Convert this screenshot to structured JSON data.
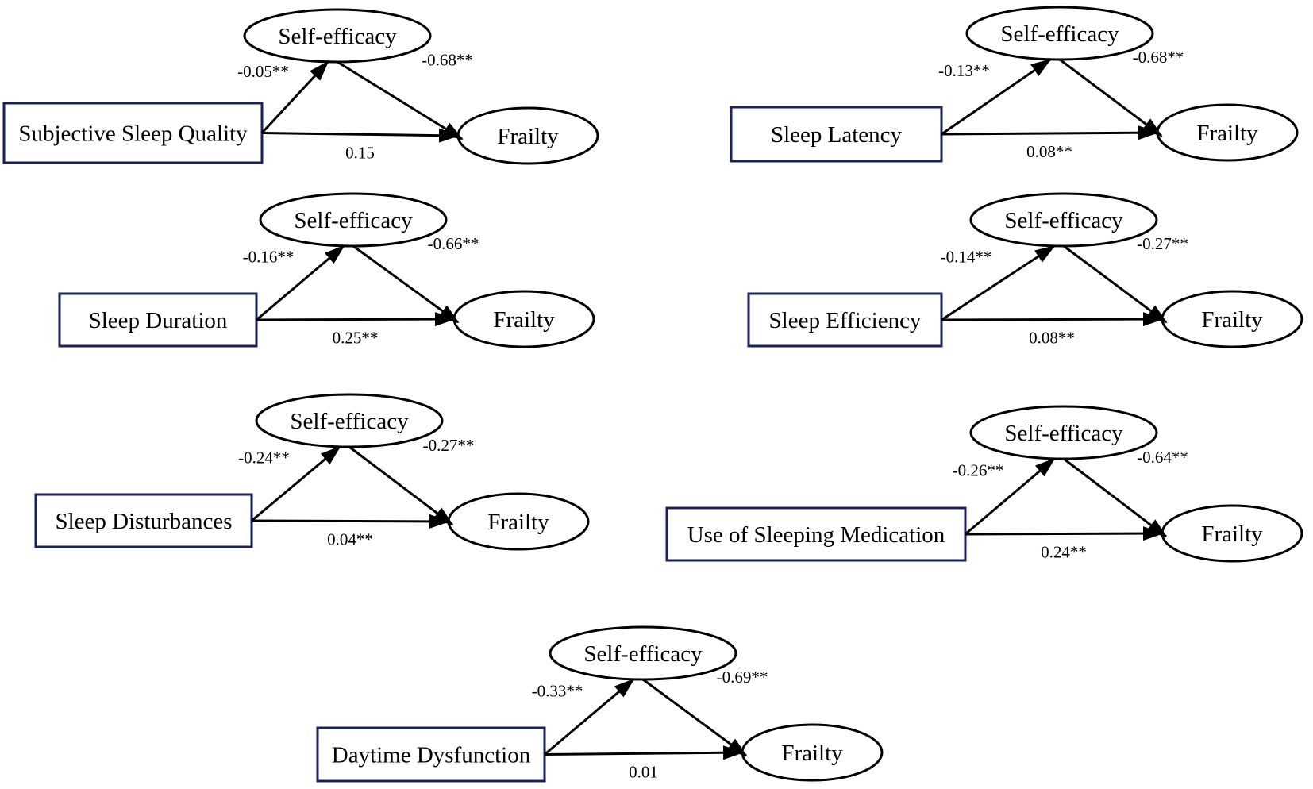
{
  "mediator_label": "Self-efficacy",
  "outcome_label": "Frailty",
  "models": [
    {
      "predictor": "Subjective Sleep Quality",
      "path_a": "-0.05**",
      "path_b": "-0.68**",
      "path_c": "0.15"
    },
    {
      "predictor": "Sleep Latency",
      "path_a": "-0.13**",
      "path_b": "-0.68**",
      "path_c": "0.08**"
    },
    {
      "predictor": "Sleep Duration",
      "path_a": "-0.16**",
      "path_b": "-0.66**",
      "path_c": "0.25**"
    },
    {
      "predictor": "Sleep Efficiency",
      "path_a": "-0.14**",
      "path_b": "-0.27**",
      "path_c": "0.08**"
    },
    {
      "predictor": "Sleep Disturbances",
      "path_a": "-0.24**",
      "path_b": "-0.27**",
      "path_c": "0.04**"
    },
    {
      "predictor": "Use of Sleeping Medication",
      "path_a": "-0.26**",
      "path_b": "-0.64**",
      "path_c": "0.24**"
    },
    {
      "predictor": "Daytime Dysfunction",
      "path_a": "-0.33**",
      "path_b": "-0.69**",
      "path_c": "0.01"
    }
  ]
}
